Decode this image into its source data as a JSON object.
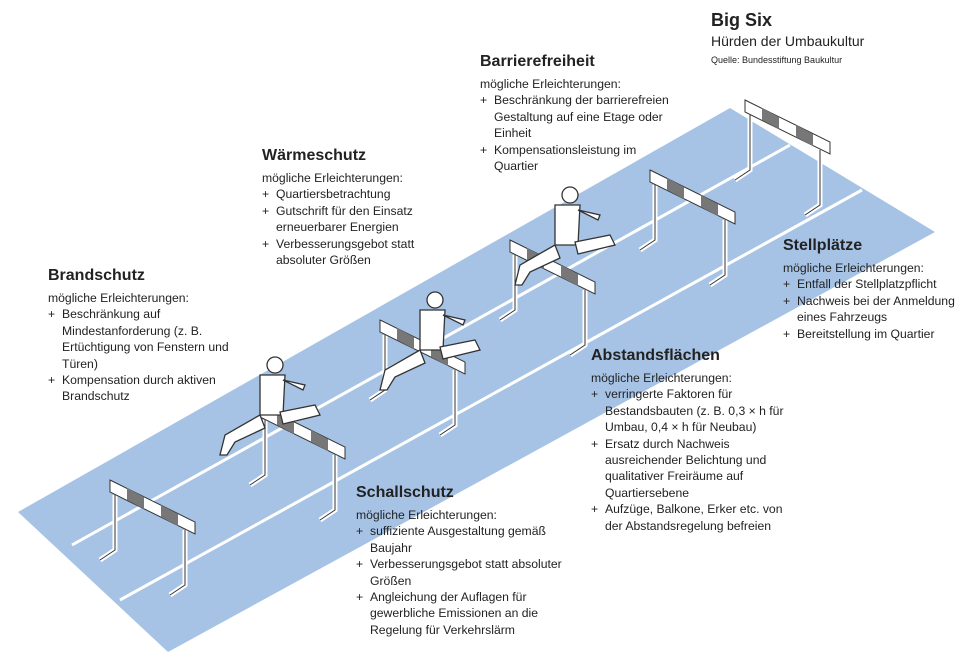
{
  "title": {
    "heading": "Big Six",
    "subtitle": "Hürden der Umbaukultur",
    "source": "Quelle: Bundesstiftung Baukultur"
  },
  "intro_label": "mögliche Erleichterungen:",
  "colors": {
    "track": "#a6c3e6",
    "lane": "#ffffff",
    "hurdle": "#333333"
  },
  "sections": [
    {
      "id": "brandschutz",
      "heading": "Brandschutz",
      "items": [
        "Beschränkung auf Mindestanforderung (z. B. Ertüchtigung von Fenstern und Türen)",
        "Kompensation durch aktiven Brandschutz"
      ]
    },
    {
      "id": "waermeschutz",
      "heading": "Wärmeschutz",
      "items": [
        "Quartiersbetrachtung",
        "Gutschrift für den Einsatz erneuerbarer Energien",
        "Verbesserungsgebot statt absoluter Größen"
      ]
    },
    {
      "id": "barrierefreiheit",
      "heading": "Barrierefreiheit",
      "items": [
        "Beschränkung der barrierefreien Gestaltung auf eine Etage oder Einheit",
        "Kompensationsleistung im Quartier"
      ]
    },
    {
      "id": "stellplaetze",
      "heading": "Stellplätze",
      "items": [
        "Entfall der Stellplatzpflicht",
        "Nachweis bei der Anmeldung eines Fahrzeugs",
        "Bereitstellung im Quartier"
      ]
    },
    {
      "id": "abstandsflaechen",
      "heading": "Abstandsflächen",
      "items": [
        "verringerte Faktoren für Bestandsbauten (z. B. 0,3 × h für Umbau, 0,4 × h für Neubau)",
        "Ersatz durch Nachweis ausreichender Belichtung und qualitativer Freiräume auf Quartiersebene",
        "Aufzüge, Balkone, Erker etc. von der Abstandsregelung befreien"
      ]
    },
    {
      "id": "schallschutz",
      "heading": "Schallschutz",
      "items": [
        "suffiziente Ausgestaltung gemäß Baujahr",
        "Verbesserungsgebot statt absoluter Größen",
        "Angleichung der Auflagen für gewerbliche Emissionen an die Regelung für Verkehrslärm"
      ]
    }
  ]
}
